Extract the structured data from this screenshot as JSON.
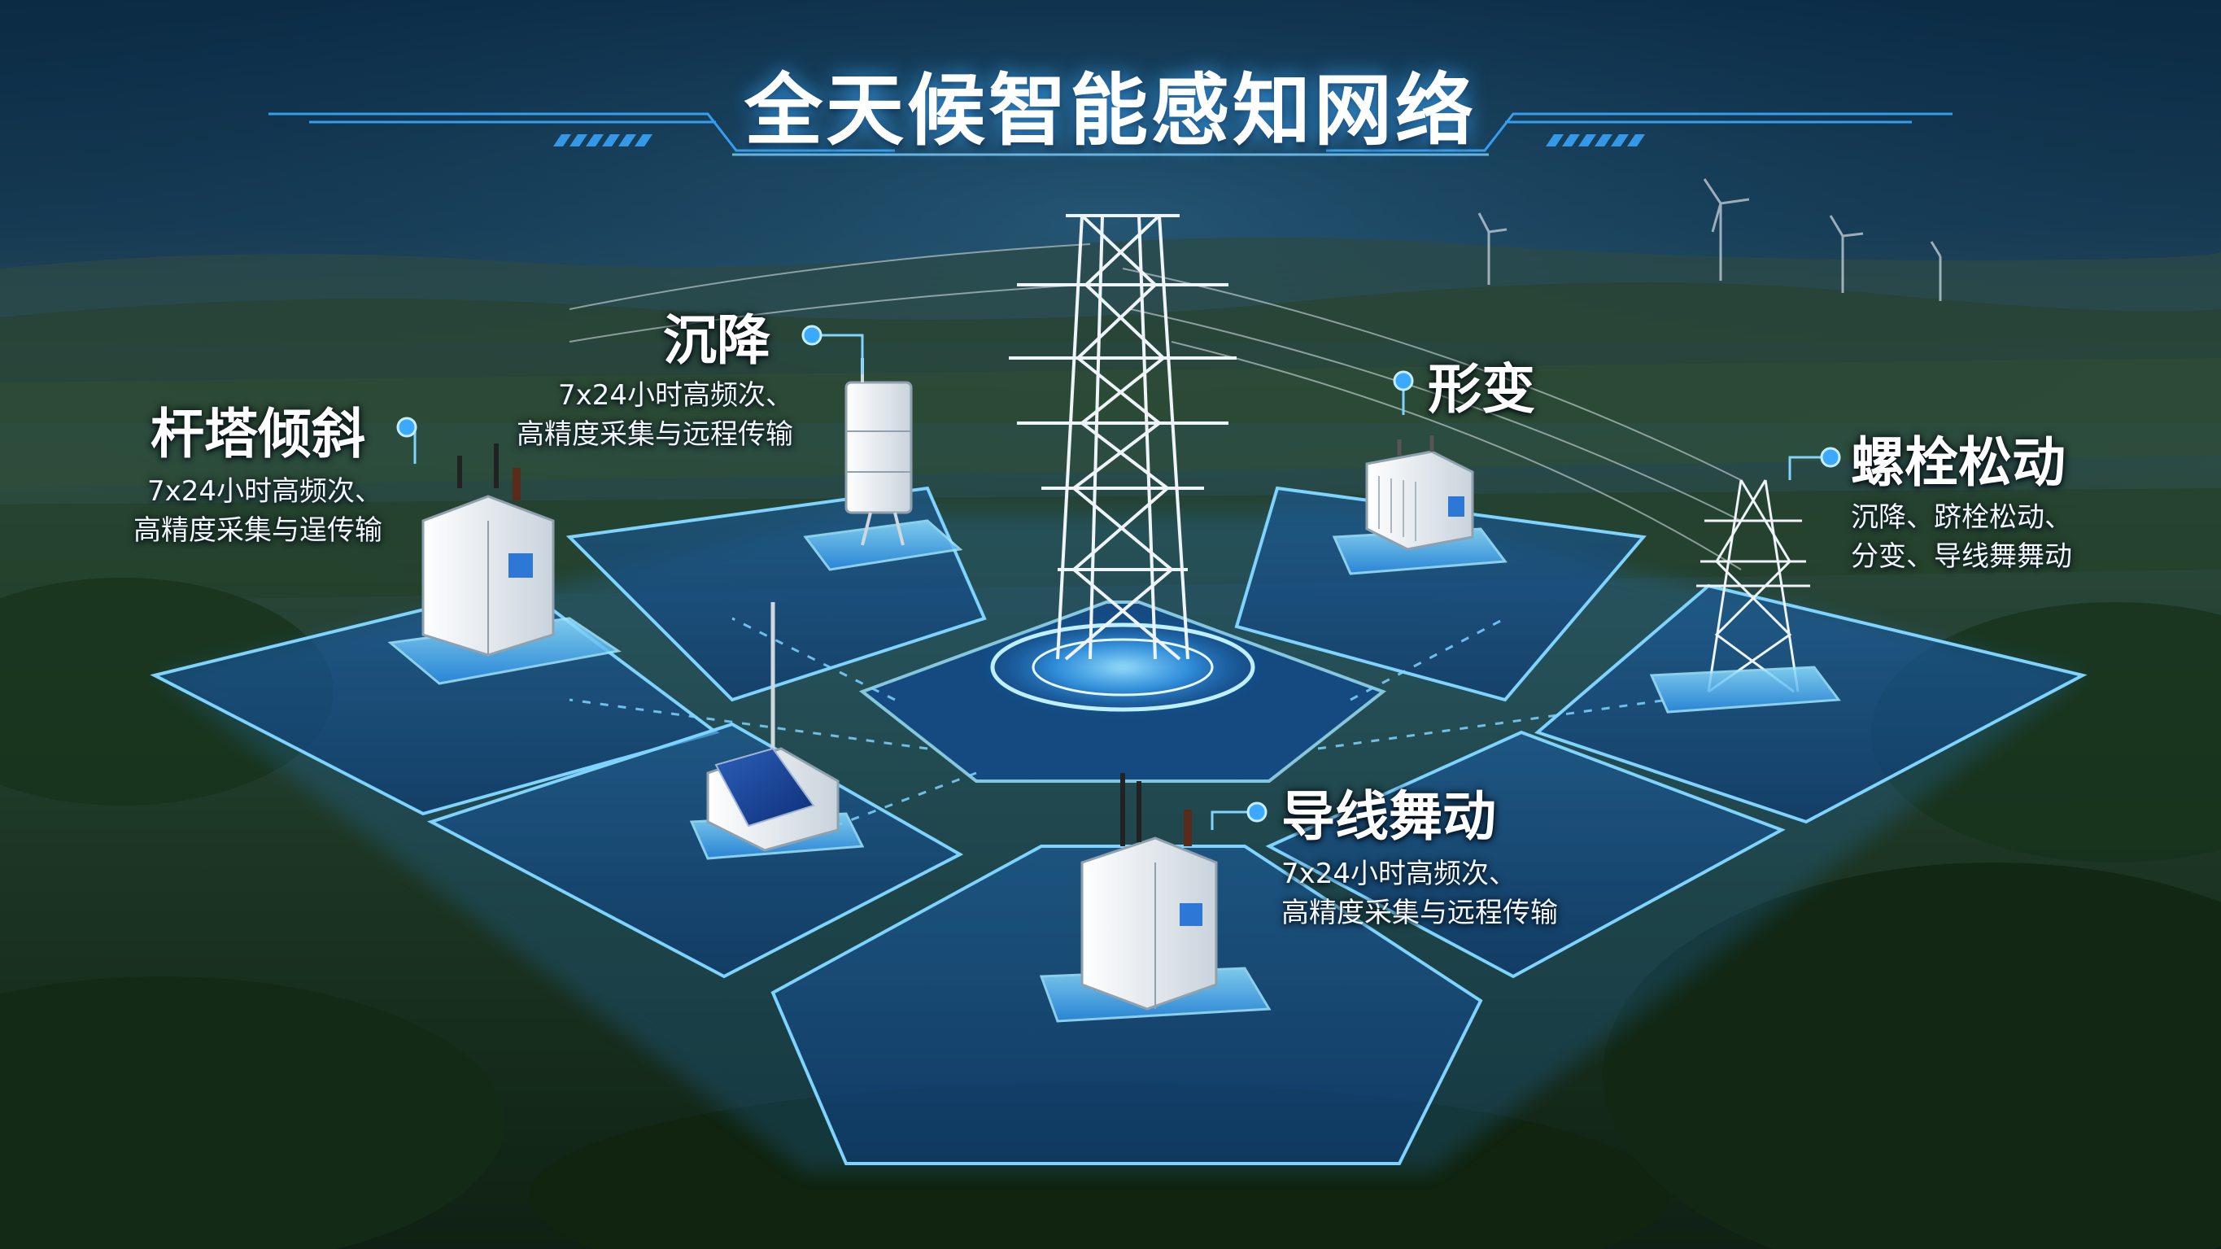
{
  "title": "全天候智能感知网络",
  "colors": {
    "accent": "#3aa9ff",
    "glow": "#7fd3ff",
    "sky_top": "#0a2438",
    "field": "#1d3a22"
  },
  "callouts": {
    "tilt": {
      "label": "杆塔倾斜",
      "desc": [
        "7x24小时高频次、",
        "高精度采集与逞传输"
      ]
    },
    "settlement": {
      "label": "沉降",
      "desc": [
        "7x24小时高频次、",
        "高精度采集与远程传输"
      ]
    },
    "deformation": {
      "label": "形变"
    },
    "bolt": {
      "label": "螺栓松动",
      "desc": [
        "沉降、跻栓松动、",
        "分变、导线舞舞动"
      ]
    },
    "galloping": {
      "label": "导线舞动",
      "desc": [
        "7x24小时高频次、",
        "高精度采集与远程传输"
      ]
    }
  }
}
